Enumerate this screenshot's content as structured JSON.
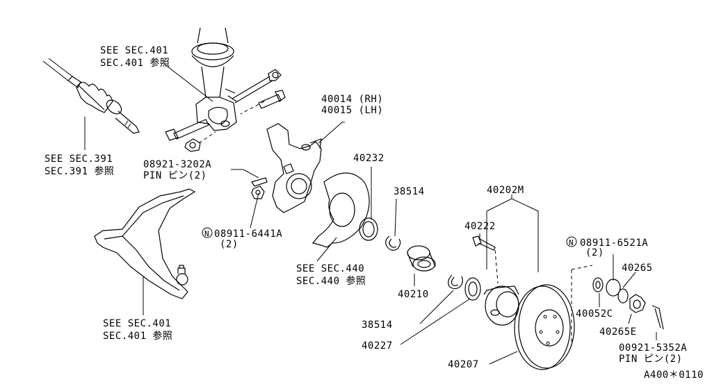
{
  "labels": {
    "see_401_top_a": "SEE SEC.401",
    "see_401_top_b": "SEC.401 参照",
    "see_391_a": "SEE SEC.391",
    "see_391_b": "SEC.391 参照",
    "knuckle_rh": "40014 (RH)",
    "knuckle_lh": "40015 (LH)",
    "pin_3202": "08921-3202A",
    "pin_3202_qty": "PIN ピン(2)",
    "nut_6441_n": "N",
    "nut_6441": "08911-6441A",
    "nut_6441_qty": "(2)",
    "p40232": "40232",
    "p38514_top": "38514",
    "p40202m": "40202M",
    "p40222": "40222",
    "see_440_a": "SEE SEC.440",
    "see_440_b": "SEC.440 参照",
    "p40210": "40210",
    "p38514_bot": "38514",
    "p40227": "40227",
    "p40207": "40207",
    "see_401_bot_a": "SEE SEC.401",
    "see_401_bot_b": "SEC.401 参照",
    "nut_6521_n": "N",
    "nut_6521": "08911-6521A",
    "nut_6521_qty": "(2)",
    "p40265": "40265",
    "p40052c": "40052C",
    "p40265e": "40265E",
    "pin_5352": "00921-5352A",
    "pin_5352_qty": "PIN ピン(2)",
    "figure_code": "A400＊0110"
  }
}
